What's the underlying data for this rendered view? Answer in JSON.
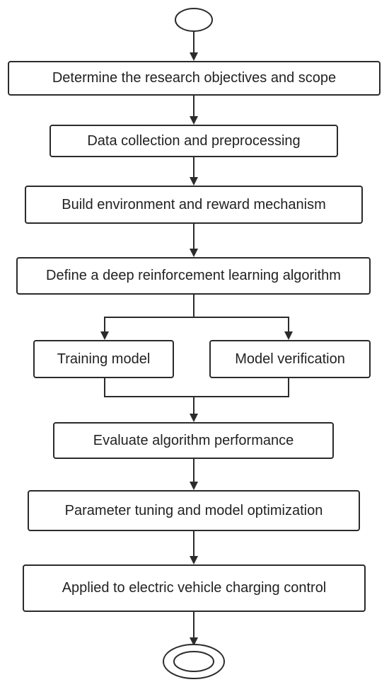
{
  "flowchart": {
    "steps": {
      "objectives": "Determine the research objectives and scope",
      "data": "Data collection and preprocessing",
      "environment": "Build environment and reward mechanism",
      "algorithm": "Define a deep reinforcement learning algorithm",
      "training": "Training model",
      "verification": "Model verification",
      "evaluate": "Evaluate algorithm performance",
      "tuning": "Parameter tuning and model optimization",
      "applied": "Applied to electric vehicle charging control"
    }
  }
}
